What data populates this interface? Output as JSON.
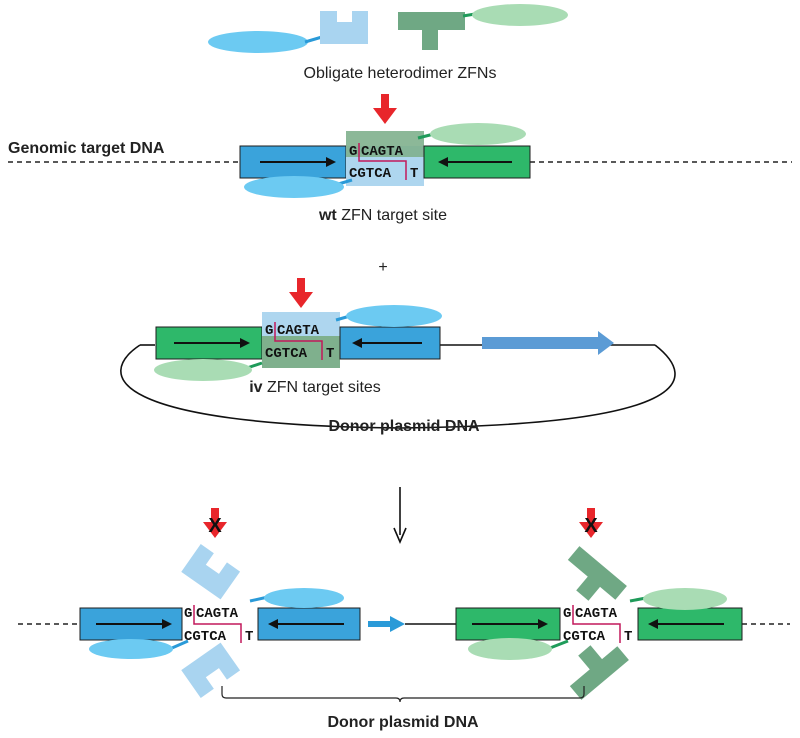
{
  "colors": {
    "blue_box": "#3aa3db",
    "green_box": "#2eb86a",
    "blue_light": "#a9d4f0",
    "green_dark": "#6fa884",
    "cyan_ellipse": "#6ccaf2",
    "green_ellipse": "#a9dcb4",
    "cut_arrow": "#e8262b",
    "linker_blue": "#2a9ad8",
    "linker_green": "#1f9b5a",
    "cut_line": "#c2185b",
    "seq_overlay_blue": "#aed6ef",
    "seq_overlay_green": "#7fb08d",
    "transgene_arrow": "#5b9bd5"
  },
  "labels": {
    "zfn_heterodimer": "Obligate heterodimer ZFNs",
    "genomic_target": "Genomic target DNA",
    "wt_prefix": "wt",
    "wt_suffix": " ZFN target site",
    "plus": "+",
    "iv_prefix": "iv",
    "iv_suffix": " ZFN target sites",
    "donor_plasmid": "Donor plasmid DNA",
    "donor_plasmid_bottom": "Donor plasmid DNA",
    "blocked_marker": "X"
  },
  "sequences": {
    "top_strand_first": "G",
    "top_strand_rest": "CAGTA",
    "bottom_strand_main": "CGTCA",
    "bottom_strand_last": "T"
  },
  "icons": {
    "cut_site": "red-down-arrow-icon",
    "blocked_cut": "crossed-red-arrow-icon",
    "direction": "black-arrow-icon",
    "process": "down-arrow-icon"
  }
}
